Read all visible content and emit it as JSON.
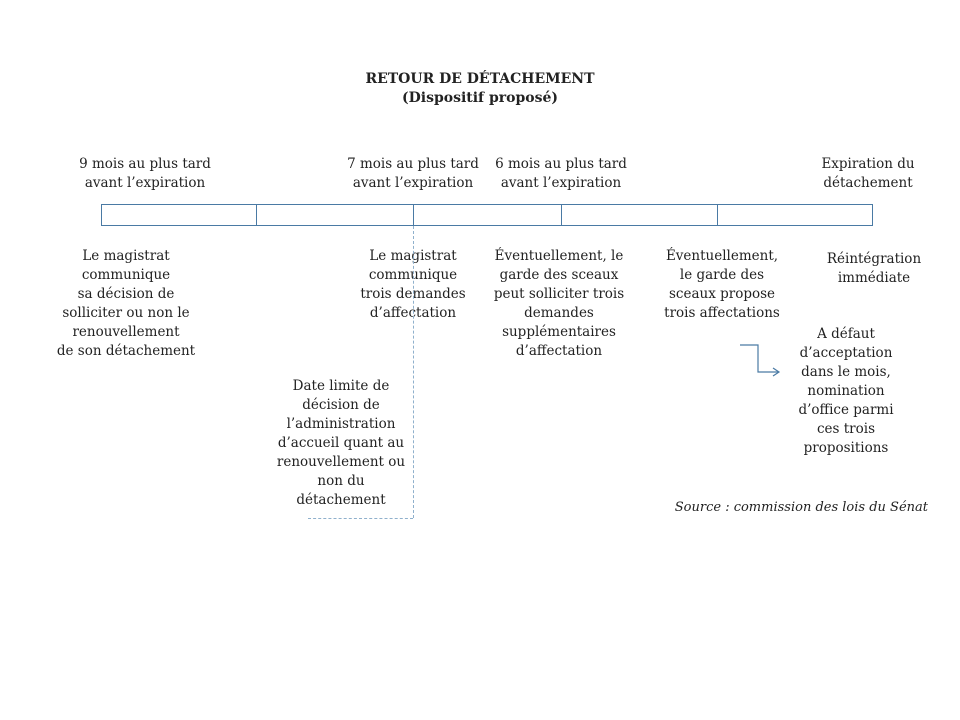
{
  "title": {
    "line1": "RETOUR DE DÉTACHEMENT",
    "line2": "(Dispositif  proposé)"
  },
  "milestones": {
    "m9": "9 mois au plus tard\navant l’expiration",
    "m7": "7 mois au plus tard\navant l’expiration",
    "m6": "6 mois au plus tard\navant l’expiration",
    "expiration": "Expiration du\ndétachement"
  },
  "steps": {
    "step1": "Le magistrat\ncommunique\nsa décision de\nsolliciter ou non le\nrenouvellement\nde son détachement",
    "step2": "Le magistrat\ncommunique\ntrois demandes\nd’affectation",
    "step3": "Éventuellement, le\ngarde des sceaux\npeut solliciter trois\ndemandes\nsupplémentaires\nd’affectation",
    "step4": "Éventuellement,\nle garde des\nsceaux propose\ntrois affectations",
    "step5": "Réintégration\nimmédiate",
    "deadline": "Date limite de\ndécision de\nl’administration\nd’accueil quant au\nrenouvellement ou\nnon du\ndétachement",
    "default_nomination": "A défaut\nd’acceptation\ndans le mois,\nnomination\nd’office parmi\nces trois\npropositions"
  },
  "source": "Source : commission  des lois du Sénat",
  "colors": {
    "line": "#4a7aa4",
    "dashed": "#8fb0cc",
    "text": "#222222"
  }
}
